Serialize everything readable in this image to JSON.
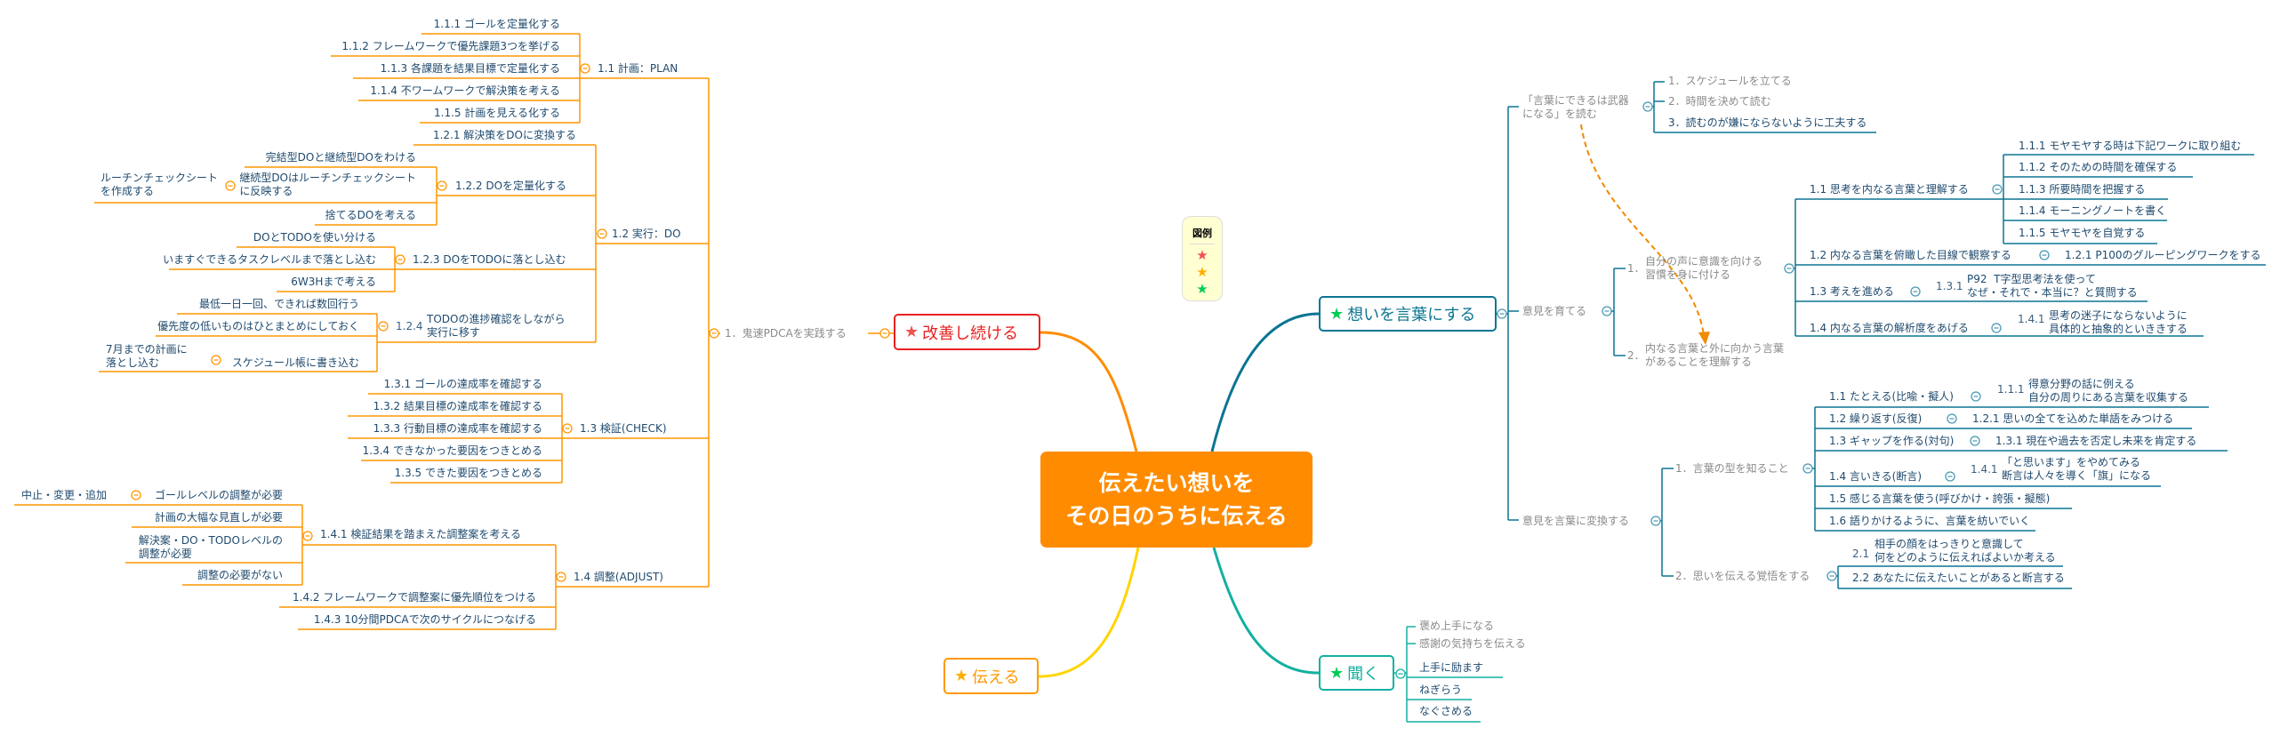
{
  "central": {
    "line1": "伝えたい想いを",
    "line2": "その日のうちに伝える",
    "color": "#ff8c00"
  },
  "legend": {
    "title": "図例",
    "stars": [
      {
        "icon": "star-icon",
        "color": "#f05050"
      },
      {
        "icon": "star-icon",
        "color": "#ffae00"
      },
      {
        "icon": "star-icon",
        "color": "#00cc55"
      }
    ]
  },
  "kaizen": {
    "title": "改善し続ける",
    "color": "#e82020",
    "root": "1．鬼速PDCAを実践する",
    "plan": {
      "label": "1.1 計画：PLAN",
      "items": [
        "1.1.1 ゴールを定量化する",
        "1.1.2 フレームワークで優先課題3つを挙げる",
        "1.1.3 各課題を結果目標で定量化する",
        "1.1.4 不ワームワークで解決策を考える",
        "1.1.5 計画を見える化する"
      ]
    },
    "do": {
      "label": "1.2 実行：DO",
      "item1": "1.2.1 解決策をDOに変換する",
      "item2": {
        "label": "1.2.2 DOを定量化する",
        "children": [
          "完結型DOと継続型DOをわける",
          "継続型DOはルーチンチェックシート\nに反映する",
          "捨てるDOを考える"
        ],
        "grandchild": "ルーチンチェックシート\nを作成する"
      },
      "item3": {
        "label": "1.2.3 DOをTODOに落とし込む",
        "children": [
          "DOとTODOを使い分ける",
          "いますぐできるタスクレベルまで落とし込む",
          "6W3Hまで考える"
        ]
      },
      "item4": {
        "number": "1.2.4",
        "label": "TODOの進捗確認をしながら\n実行に移す",
        "children": [
          "最低一日一回、できれば数回行う",
          "優先度の低いものはひとまとめにしておく",
          "スケジュール帳に書き込む"
        ],
        "grandchild": "7月までの計画に\n落とし込む"
      }
    },
    "check": {
      "label": "1.3 検証(CHECK)",
      "items": [
        "1.3.1 ゴールの達成率を確認する",
        "1.3.2 結果目標の達成率を確認する",
        "1.3.3 行動目標の達成率を確認する",
        "1.3.4 できなかった要因をつきとめる",
        "1.3.5 できた要因をつきとめる"
      ]
    },
    "adjust": {
      "label": "1.4 調整(ADJUST)",
      "item1": {
        "label": "1.4.1 検証結果を踏まえた調整案を考える",
        "children": [
          "ゴールレベルの調整が必要",
          "計画の大幅な見直しが必要",
          "解決案・DO・TODOレベルの\n調整が必要",
          "調整の必要がない"
        ],
        "grandchild": "中止・変更・追加"
      },
      "item2": "1.4.2 フレームワークで調整案に優先順位をつける",
      "item3": "1.4.3 10分間PDCAで次のサイクルにつなげる"
    }
  },
  "tsutaeru": {
    "title": "伝える",
    "color": "#ff9900"
  },
  "omoi": {
    "title": "想いを言葉にする",
    "color": "#0b7593",
    "book": {
      "label": "「言葉にできるは武器\nになる」を読む",
      "items": [
        "1．スケジュールを立てる",
        "2．時間を決めて読む",
        "3．読むのが嫌にならないように工夫する"
      ]
    },
    "sodateru": {
      "label": "意見を育てる",
      "item1": {
        "number": "1．",
        "label": "自分の声に意識を向ける\n習慣を身に付ける",
        "children": [
          {
            "label": "1.1 思考を内なる言葉と理解する",
            "children": [
              "1.1.1 モヤモヤする時は下記ワークに取り組む",
              "1.1.2 そのための時間を確保する",
              "1.1.3 所要時間を把握する",
              "1.1.4 モーニングノートを書く",
              "1.1.5 モヤモヤを自覚する"
            ]
          },
          {
            "label": "1.2 内なる言葉を俯瞰した目線で観察する",
            "child": "1.2.1 P100のグルーピングワークをする"
          },
          {
            "label": "1.3 考えを進める",
            "child_number": "1.3.1",
            "child": "P92  T字型思考法を使って\nなぜ・それで・本当に？と質問する"
          },
          {
            "label": "1.4 内なる言葉の解析度をあげる",
            "child_number": "1.4.1",
            "child": "思考の迷子にならないように\n具体的と抽象的といききする"
          }
        ]
      },
      "item2": {
        "number": "2．",
        "label": "内なる言葉と外に向かう言葉\nがあることを理解する"
      }
    },
    "henkan": {
      "label": "意見を言葉に変換する",
      "item1": {
        "label": "1．言葉の型を知ること",
        "children": [
          {
            "label": "1.1 たとえる(比喩・擬人)",
            "child_number": "1.1.1",
            "child": "得意分野の話に例える\n自分の周りにある言葉を収集する"
          },
          {
            "label": "1.2 繰り返す(反復)",
            "child": "1.2.1 思いの全てを込めた単語をみつける"
          },
          {
            "label": "1.3 ギャップを作る(対句)",
            "child": "1.3.1 現在や過去を否定し未来を肯定する"
          },
          {
            "label": "1.4 言いきる(断言)",
            "child_number": "1.4.1",
            "child": "「と思います」をやめてみる\n断言は人々を導く「旗」になる"
          },
          {
            "label": "1.5 感じる言葉を使う(呼びかけ・誇張・擬態)"
          },
          {
            "label": "1.6 語りかけるように、言葉を紡いでいく"
          }
        ]
      },
      "item2": {
        "label": "2．思いを伝える覚悟をする",
        "children": [
          {
            "number": "2.1",
            "label": "相手の顔をはっきりと意識して\n何をどのように伝えればよいか考える"
          },
          {
            "label": "2.2 あなたに伝えたいことがあると断言する"
          }
        ]
      }
    }
  },
  "kiku": {
    "title": "聞く",
    "color": "#12b0a0",
    "items": [
      "褒め上手になる",
      "感謝の気持ちを伝える",
      "上手に励ます",
      "ねぎらう",
      "なぐさめる"
    ]
  }
}
